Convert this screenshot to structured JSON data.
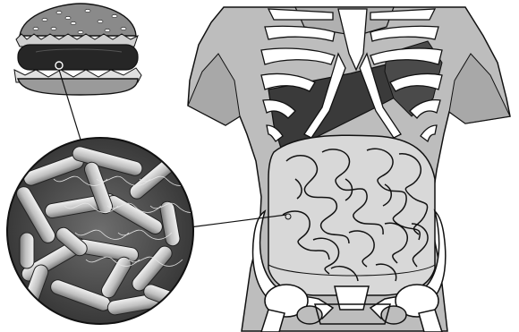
{
  "figure": {
    "panels": [
      {
        "name": "hamburger",
        "icon": "hamburger-icon"
      },
      {
        "name": "bacteria-micrograph",
        "icon": "bacteria-magnified-icon"
      },
      {
        "name": "torso-digestive-system",
        "icon": "torso-anatomy-icon"
      }
    ],
    "colors": {
      "skin": "#bdbdbd",
      "skin_dark": "#9c9c9c",
      "bone": "#ffffff",
      "outline": "#111111",
      "liver": "#3a3a3a",
      "intestine": "#d8d8d8",
      "bun": "#8a8a8a",
      "patty": "#262626",
      "micro_bg": "#5a5a5a",
      "bacteria": "#d0d0d0"
    }
  }
}
